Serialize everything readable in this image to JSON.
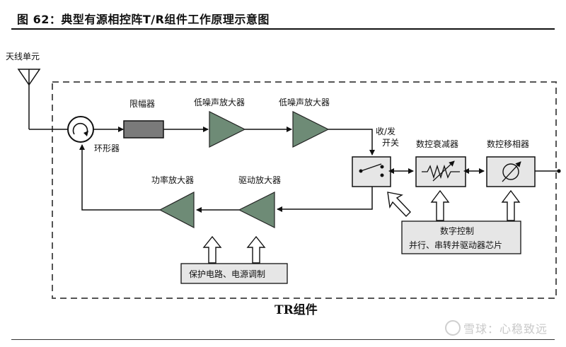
{
  "header": {
    "title": "图 62：典型有源相控阵T/R组件工作原理示意图"
  },
  "diagram": {
    "antenna_label": "天线单元",
    "circulator_label": "环形器",
    "limiter_label": "限幅器",
    "lna1_label": "低噪声放大器",
    "lna2_label": "低噪声放大器",
    "switch_label_line1": "收/发",
    "switch_label_line2": "开关",
    "attenuator_label": "数控衰减器",
    "phase_shifter_label": "数控移相器",
    "pa_label": "功率放大器",
    "driver_label": "驱动放大器",
    "control_line1": "数字控制",
    "control_line2": "并行、串转并驱动器芯片",
    "protect_label": "保护电路、电源调制",
    "module_label": "TR组件"
  },
  "watermark": {
    "text": "雪球：心稳致远"
  },
  "colors": {
    "amplifier_fill": "#6e8b76",
    "block_fill": "#e6e6e6",
    "limiter_fill": "#7a7a7a"
  }
}
